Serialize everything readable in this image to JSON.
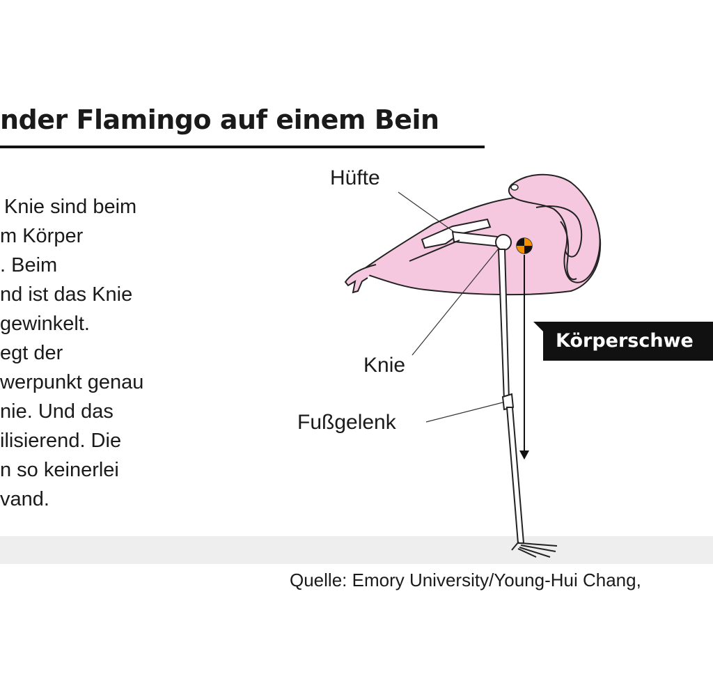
{
  "title": "nder Flamingo auf einem Bein",
  "body_lines": [
    "Knie sind beim",
    "m Körper",
    ". Beim",
    "nd ist das Knie",
    "gewinkelt.",
    "egt der",
    "werpunkt genau",
    "nie. Und das",
    "ilisierend. Die",
    "n so keinerlei",
    "vand."
  ],
  "labels": {
    "hip": "Hüfte",
    "knee": "Knie",
    "ankle": "Fußgelenk",
    "body_weight": "Körperschwe"
  },
  "source": "Quelle: Emory University/Young-Hui Chang,",
  "colors": {
    "flamingo_body": "#f5c8df",
    "flamingo_outline": "#222222",
    "center_of_mass": "#f39200",
    "ground": "#eeeeee",
    "label_box": "#111111"
  }
}
